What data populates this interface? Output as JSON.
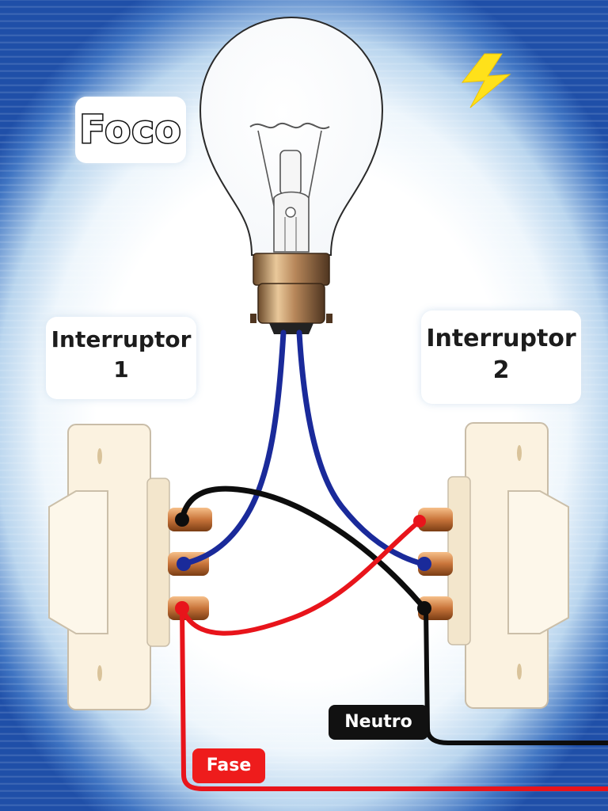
{
  "labels": {
    "bulb": "Foco",
    "switch1_line1": "Interruptor",
    "switch1_line2": "1",
    "switch2_line1": "Interruptor",
    "switch2_line2": "2",
    "neutral": "Neutro",
    "phase": "Fase"
  },
  "colors": {
    "phase_wire": "#e8141b",
    "neutral_wire": "#0d0d0d",
    "lamp_wire": "#1a2a9a",
    "terminal": "#c8743a",
    "switch_body": "#fbf2e0",
    "lightning": "#ffe11a"
  },
  "icons": [
    "light-bulb-icon",
    "lightning-bolt-icon"
  ]
}
